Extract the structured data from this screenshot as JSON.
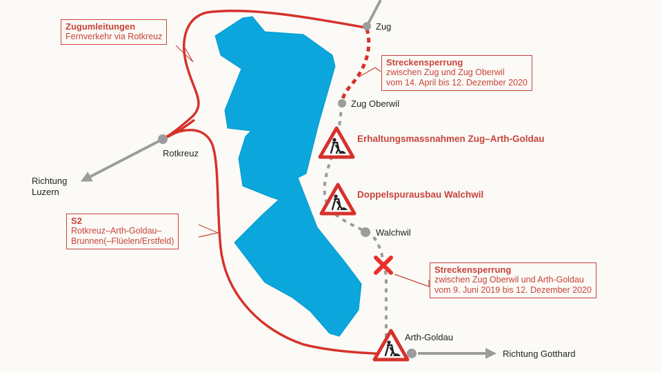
{
  "colors": {
    "lake": "#0aa6dc",
    "route_red": "#d6322b",
    "callout_red": "#c8433a",
    "track_gray": "#9c9c9c",
    "background": "#fbfaf6"
  },
  "stations": {
    "zug": "Zug",
    "zug_oberwil": "Zug Oberwil",
    "rotkreuz": "Rotkreuz",
    "walchwil": "Walchwil",
    "arth_goldau": "Arth-Goldau"
  },
  "directions": {
    "luzern_line1": "Richtung",
    "luzern_line2": "Luzern",
    "gotthard": "Richtung Gotthard"
  },
  "callouts": {
    "zugumleitungen": {
      "title": "Zugumleitungen",
      "line1": "Fernverkehr via Rotkreuz"
    },
    "sperrung_zug_oberwil": {
      "title": "Streckensperrung",
      "line1": "zwischen Zug und Zug Oberwil",
      "line2": "vom 14. April bis 12. Dezember 2020"
    },
    "sperrung_oberwil_goldau": {
      "title": "Streckensperrung",
      "line1": "zwischen Zug Oberwil und Arth-Goldau",
      "line2": "vom 9. Juni 2019 bis 12. Dezember 2020"
    },
    "s2": {
      "title": "S2",
      "line1": "Rotkreuz–Arth-Goldau–",
      "line2": "Brunnen(–Flüelen/Erstfeld)"
    }
  },
  "works": {
    "erhaltung": "Erhaltungsmassnahmen Zug–Arth-Goldau",
    "doppelspur": "Doppelspurausbau Walchwil"
  },
  "icons": {
    "construction_sign": "roadworks-warning-triangle",
    "closure_marker": "red-x"
  }
}
